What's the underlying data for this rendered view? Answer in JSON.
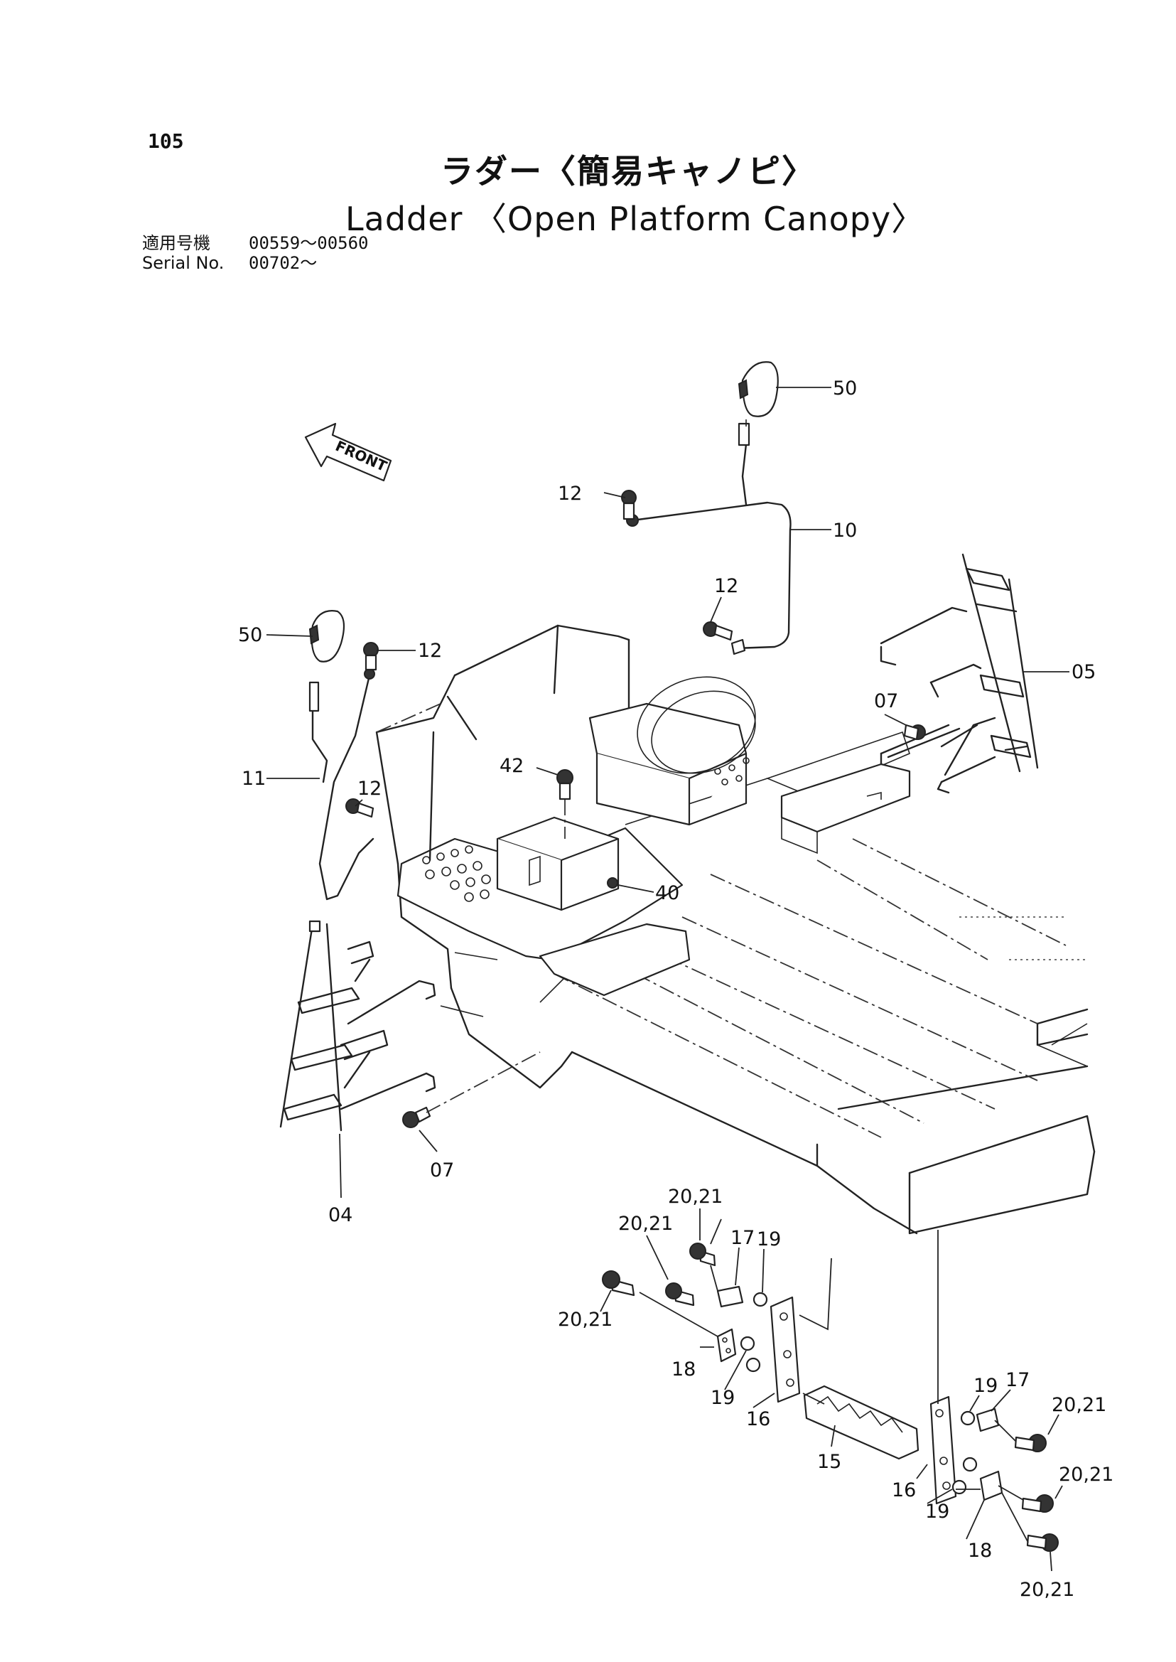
{
  "header": {
    "page_number": "105",
    "title_ja": "ラダー〈簡易キャノピ〉",
    "title_en": "Ladder 〈Open Platform Canopy〉"
  },
  "serial": {
    "row1_label": "適用号機",
    "row1_value": "00559〜00560",
    "row2_label": "Serial No.",
    "row2_value": "00702〜"
  },
  "diagram": {
    "front_label": "FRONT",
    "callouts": {
      "c50a": "50",
      "c50b": "50",
      "c12a": "12",
      "c12b": "12",
      "c12c": "12",
      "c12d": "12",
      "c10": "10",
      "c11": "11",
      "c05": "05",
      "c07a": "07",
      "c07b": "07",
      "c42": "42",
      "c40": "40",
      "c04": "04",
      "c20a": "20,21",
      "c20b": "20,21",
      "c20c": "20,21",
      "c20d": "20,21",
      "c20e": "20,21",
      "c20f": "20,21",
      "c17a": "17",
      "c17b": "17",
      "c19a": "19",
      "c19b": "19",
      "c19c": "19",
      "c19d": "19",
      "c18a": "18",
      "c18b": "18",
      "c16a": "16",
      "c16b": "16",
      "c15": "15"
    }
  }
}
